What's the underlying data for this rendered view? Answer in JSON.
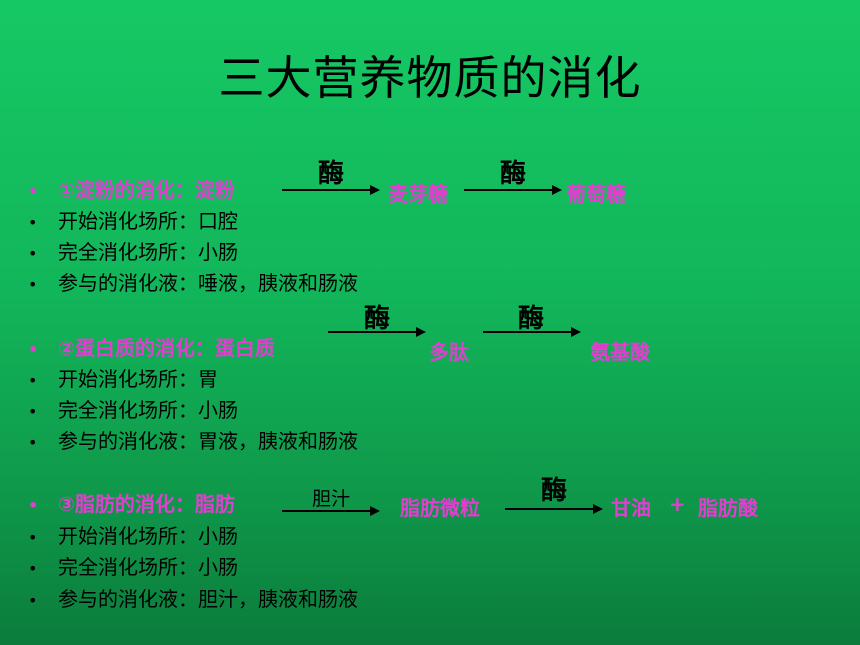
{
  "title": "三大营养物质的消化",
  "enzyme": "酶",
  "bullet": "•",
  "starch": {
    "heading": "①淀粉的消化：淀粉",
    "step1": "麦芽糖",
    "step2": "葡萄糖",
    "start": "开始消化场所：口腔",
    "complete": "完全消化场所：小肠",
    "juices": "参与的消化液：唾液，胰液和肠液"
  },
  "protein": {
    "heading": "②蛋白质的消化：蛋白质",
    "step1": "多肽",
    "step2": "氨基酸",
    "start": "开始消化场所：胃",
    "complete": "完全消化场所：小肠",
    "juices": "参与的消化液：胃液，胰液和肠液"
  },
  "fat": {
    "heading": "③脂肪的消化：脂肪",
    "agent": "胆汁",
    "step1": "脂肪微粒",
    "step2": "甘油",
    "plus": "+",
    "step3": "脂肪酸",
    "start": "开始消化场所：小肠",
    "complete": "完全消化场所：小肠",
    "juices": "参与的消化液：胆汁，胰液和肠液"
  }
}
